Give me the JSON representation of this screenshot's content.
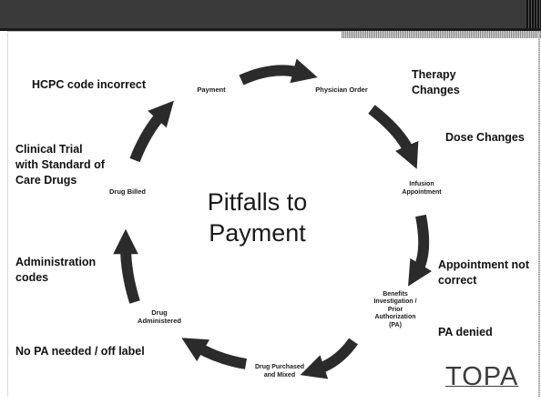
{
  "title": "Pitfalls to\nPayment",
  "nodes": {
    "payment": "Payment",
    "physician_order": "Physician Order",
    "infusion_appointment": "Infusion\nAppointment",
    "benefits_investigation": "Benefits\nInvestigation /\nPrior\nAuthorization\n(PA)",
    "drug_purchased": "Drug Purchased\nand Mixed",
    "drug_administered": "Drug\nAdministered",
    "drug_billed": "Drug Billed"
  },
  "pitfalls": {
    "hcpc": "HCPC code incorrect",
    "therapy": "Therapy\nChanges",
    "dose": "Dose Changes",
    "clinical_trial": "Clinical Trial\nwith Standard of\nCare Drugs",
    "administration_codes": "Administration\ncodes",
    "appointment": "Appointment not\ncorrect",
    "pa_denied": "PA denied",
    "no_pa": "No PA needed / off label"
  },
  "logo": {
    "text": "TOPA"
  },
  "colors": {
    "arrow": "#2b2b2b",
    "header_bar": "#3a3a3a",
    "text": "#111111"
  }
}
